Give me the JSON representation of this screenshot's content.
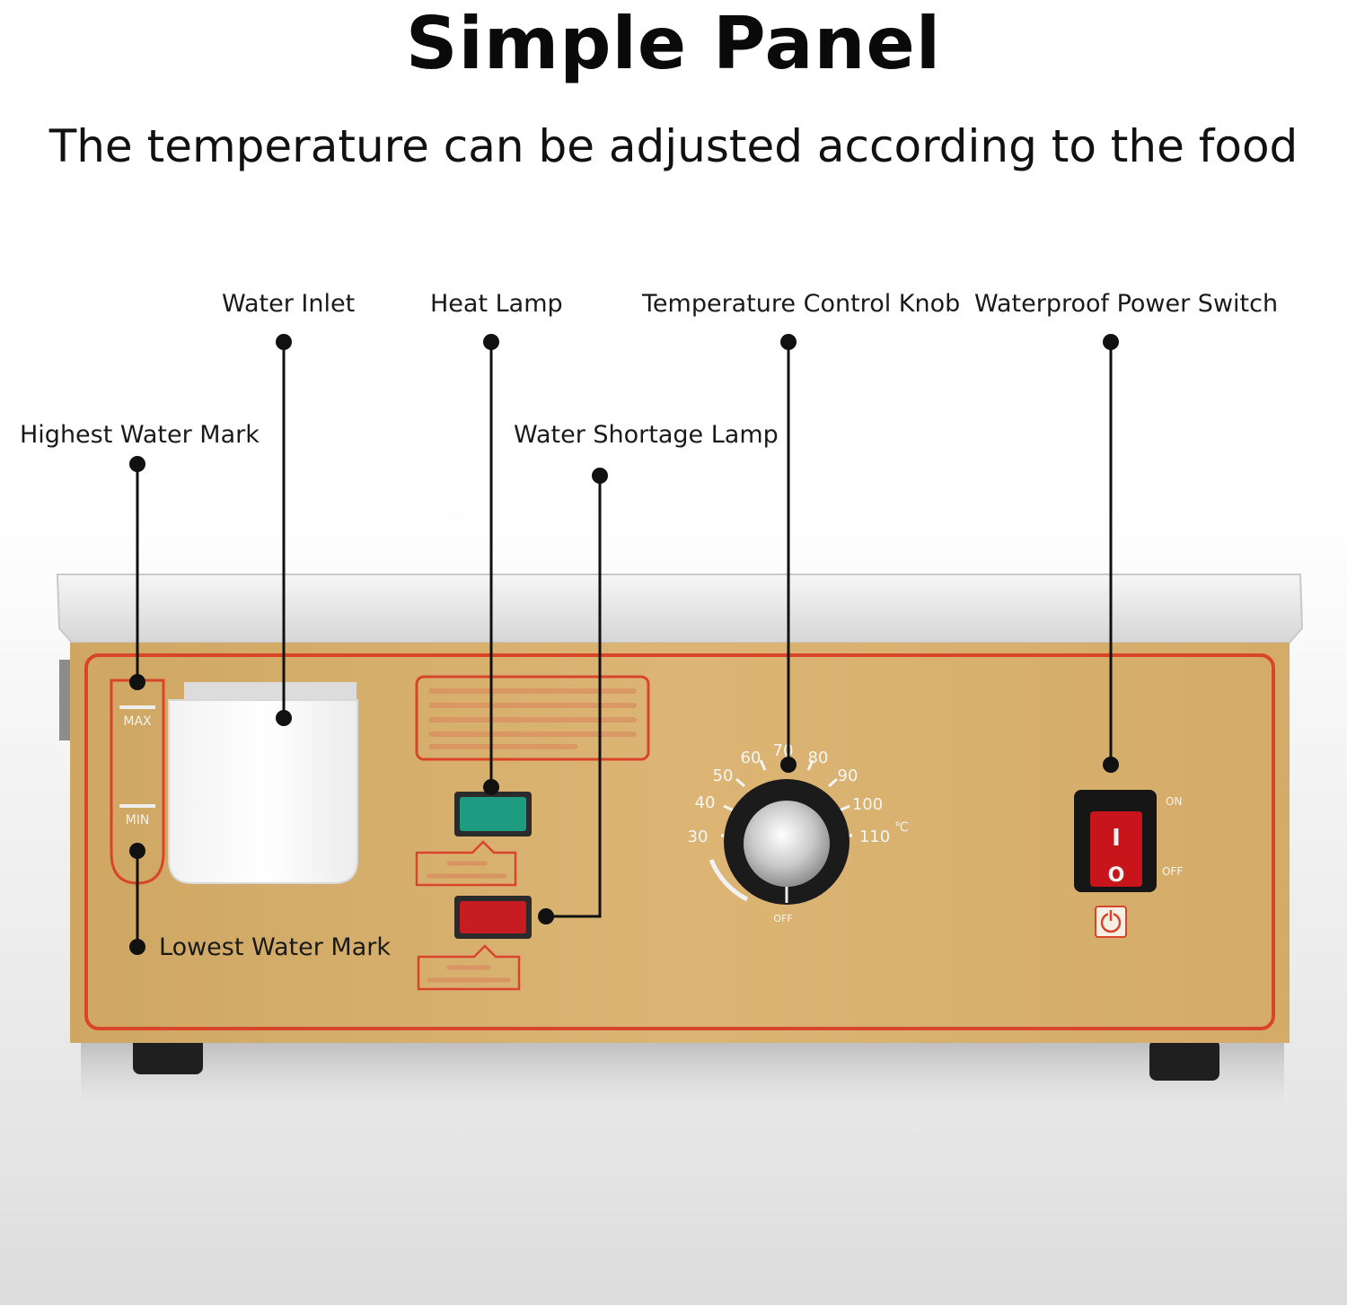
{
  "header": {
    "title": "Simple Panel",
    "subtitle": "The temperature can be adjusted according to the food"
  },
  "callouts": {
    "water_inlet": "Water Inlet",
    "heat_lamp": "Heat Lamp",
    "temperature_control_knob": "Temperature Control Knob",
    "waterproof_power_switch": "Waterproof Power Switch",
    "highest_water_mark": "Highest Water Mark",
    "water_shortage_lamp": "Water Shortage Lamp",
    "lowest_water_mark": "Lowest Water Mark"
  },
  "panel": {
    "gauge_max": "MAX",
    "gauge_min": "MIN",
    "dial_scale": [
      "30",
      "40",
      "50",
      "60",
      "70",
      "80",
      "90",
      "100",
      "110"
    ],
    "dial_unit": "℃",
    "dial_off": "OFF",
    "switch_on": "ON",
    "switch_off": "OFF",
    "switch_on_symbol": "I",
    "switch_off_symbol": "O",
    "heat_lamp_color": "green",
    "shortage_lamp_color": "red"
  },
  "colors": {
    "body": "#d8b06c",
    "trim": "#d8452a",
    "top_plate": "#e9e9e9",
    "heat_lamp": "#1e9c82",
    "shortage_lamp": "#c61d22",
    "switch_rocker": "#c8141b"
  }
}
